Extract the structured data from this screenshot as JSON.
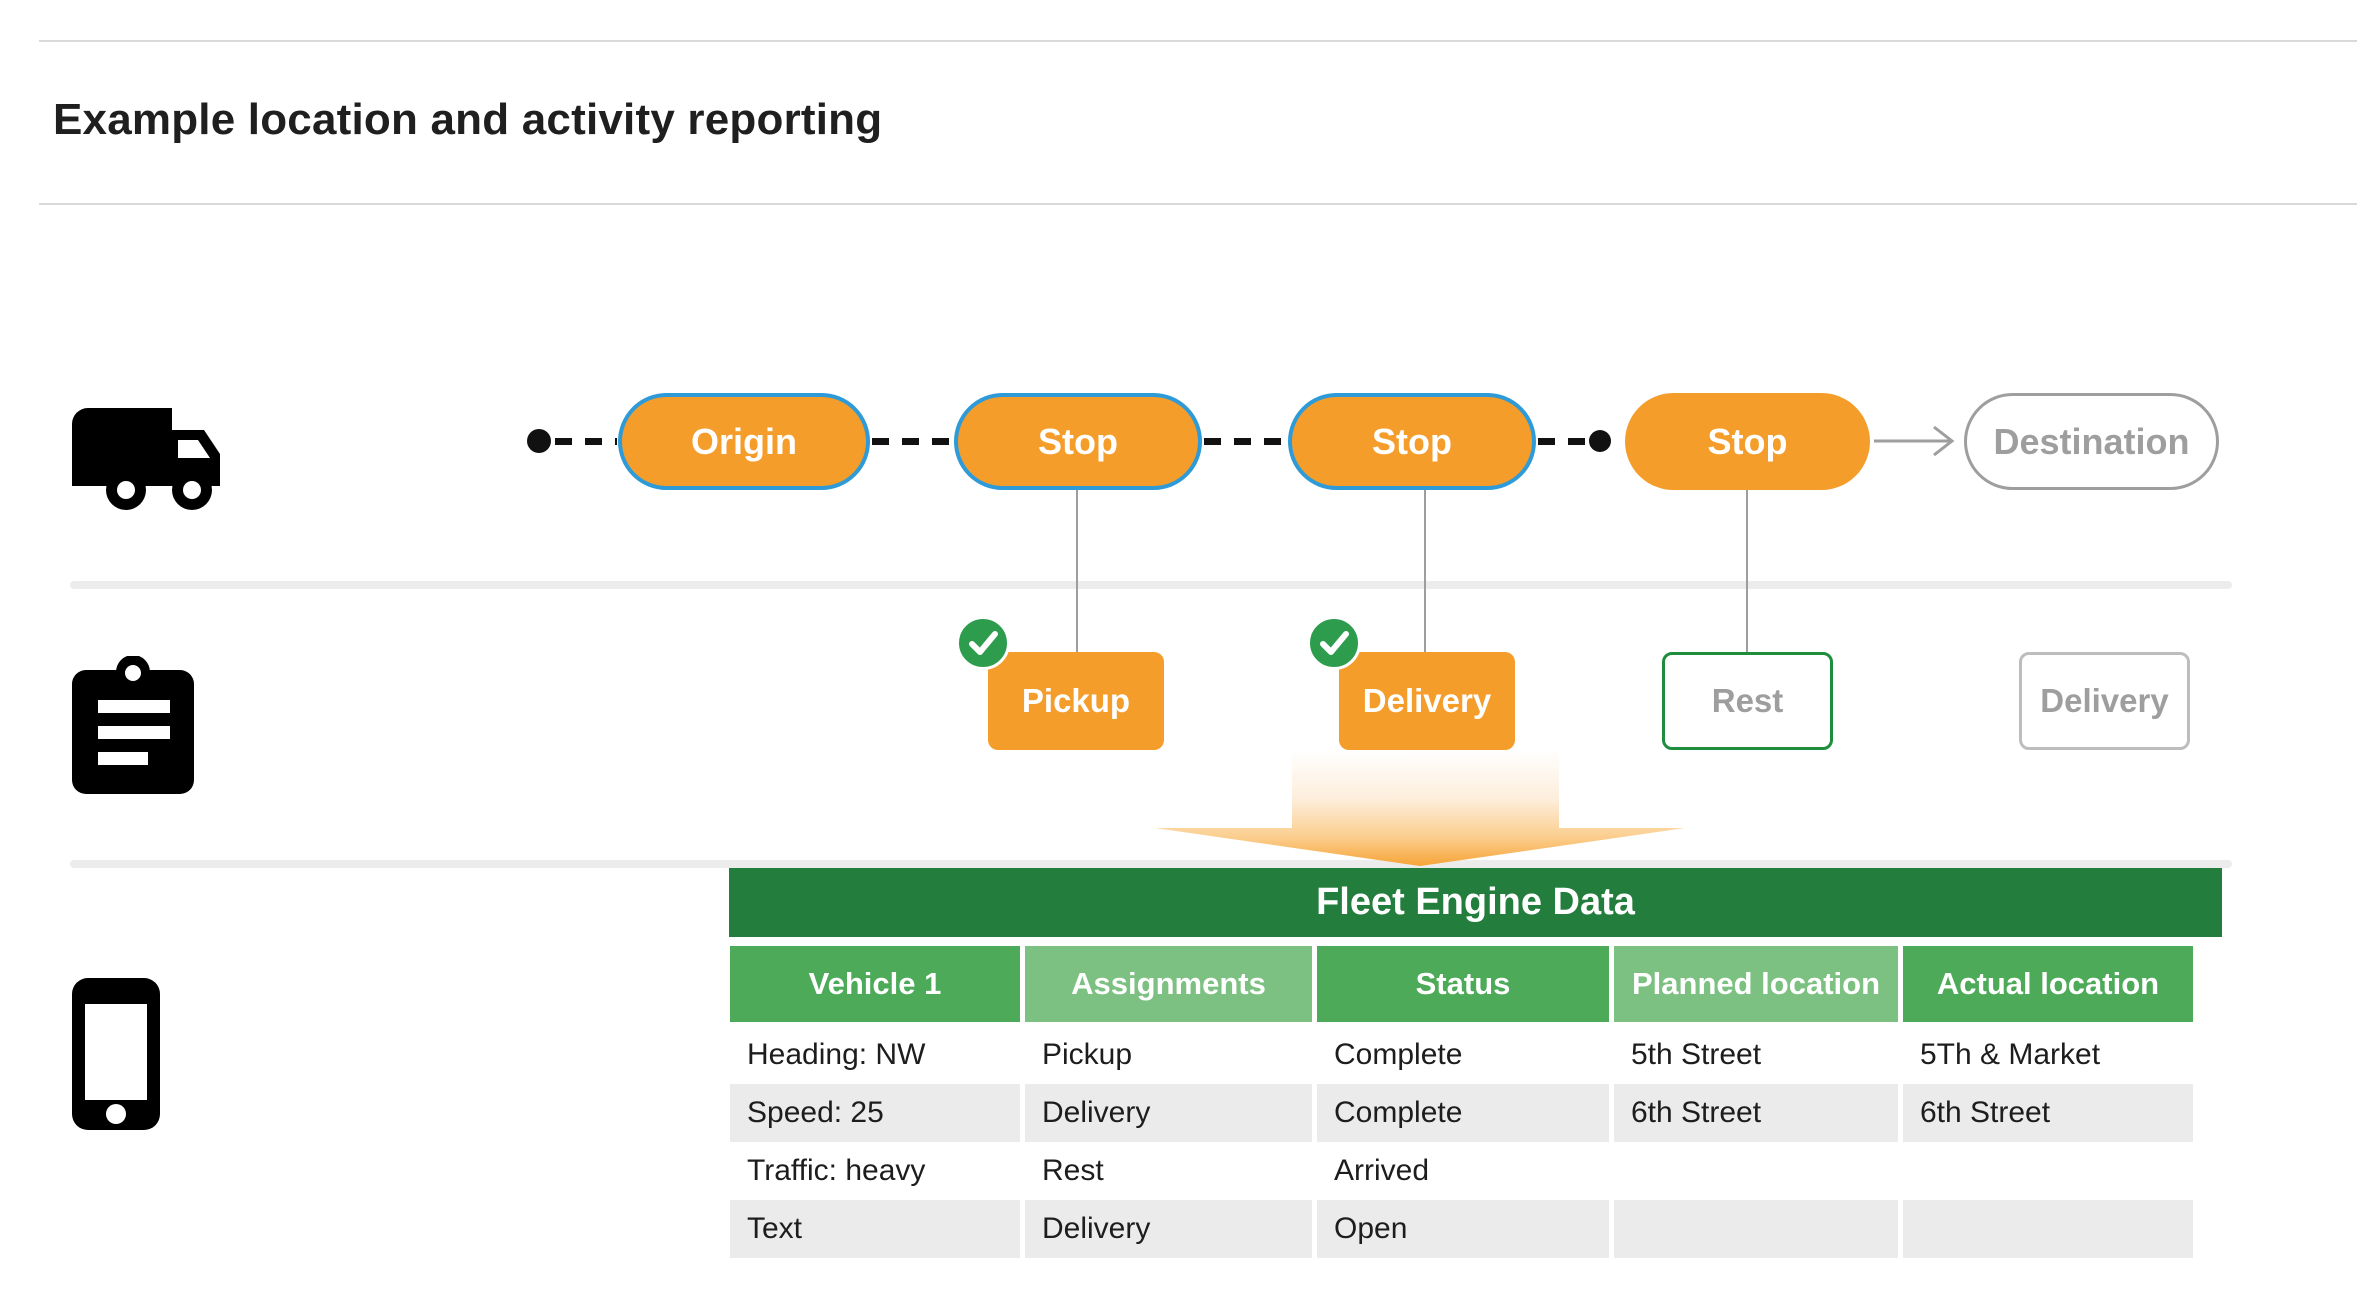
{
  "title": "Example location and activity reporting",
  "colors": {
    "orange": "#F59D2B",
    "pill_border_blue": "#2E9BD8",
    "banner_green": "#237D3C",
    "header_green": "#4DAA58",
    "header_green_light": "#7CC181",
    "check_green": "#2D9C4D",
    "rest_border_green": "#1E8E3E",
    "muted_gray": "#9E9E9E",
    "row_stripe_gray": "#EBEBEB"
  },
  "route": {
    "icon": "truck-icon",
    "stops": [
      {
        "label": "Origin",
        "style": "visited"
      },
      {
        "label": "Stop",
        "style": "visited"
      },
      {
        "label": "Stop",
        "style": "visited"
      },
      {
        "label": "Stop",
        "style": "current"
      },
      {
        "label": "Destination",
        "style": "upcoming"
      }
    ]
  },
  "activities": {
    "icon": "clipboard-icon",
    "items": [
      {
        "label": "Pickup",
        "state": "complete"
      },
      {
        "label": "Delivery",
        "state": "complete"
      },
      {
        "label": "Rest",
        "state": "arrived"
      },
      {
        "label": "Delivery",
        "state": "open"
      }
    ]
  },
  "data_panel": {
    "icon": "phone-icon",
    "title": "Fleet Engine Data",
    "columns": [
      "Vehicle 1",
      "Assignments",
      "Status",
      "Planned location",
      "Actual location"
    ],
    "rows": [
      [
        "Heading: NW",
        "Pickup",
        "Complete",
        "5th Street",
        "5Th & Market"
      ],
      [
        "Speed: 25",
        "Delivery",
        "Complete",
        "6th Street",
        "6th Street"
      ],
      [
        "Traffic: heavy",
        "Rest",
        "Arrived",
        "",
        ""
      ],
      [
        "Text",
        "Delivery",
        "Open",
        "",
        ""
      ]
    ]
  }
}
